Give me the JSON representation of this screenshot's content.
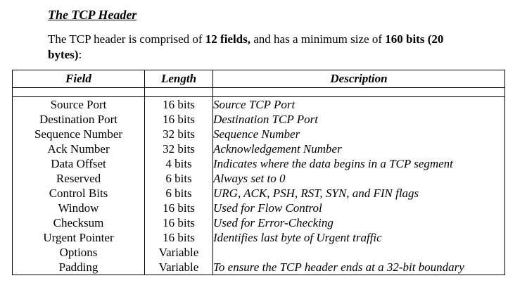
{
  "heading": "The TCP Header",
  "intro": {
    "part1": "The TCP header is comprised of ",
    "bold1": "12 fields,",
    "part2": " and has a minimum size of ",
    "bold2": "160 bits (20 bytes)",
    "part3": ":"
  },
  "table": {
    "headers": {
      "field": "Field",
      "length": "Length",
      "description": "Description"
    },
    "rows": [
      {
        "field": "Source Port",
        "length": "16 bits",
        "description": "Source TCP Port"
      },
      {
        "field": "Destination Port",
        "length": "16 bits",
        "description": "Destination TCP Port"
      },
      {
        "field": "Sequence Number",
        "length": "32 bits",
        "description": "Sequence Number"
      },
      {
        "field": "Ack Number",
        "length": "32 bits",
        "description": "Acknowledgement Number"
      },
      {
        "field": "Data Offset",
        "length": "4 bits",
        "description": "Indicates where the data begins in a TCP segment"
      },
      {
        "field": "Reserved",
        "length": "6 bits",
        "description": "Always set to 0"
      },
      {
        "field": "Control Bits",
        "length": "6 bits",
        "description": "URG, ACK, PSH, RST, SYN, and FIN flags"
      },
      {
        "field": "Window",
        "length": "16 bits",
        "description": "Used for Flow Control"
      },
      {
        "field": "Checksum",
        "length": "16 bits",
        "description": "Used for Error-Checking"
      },
      {
        "field": "Urgent Pointer",
        "length": "16 bits",
        "description": "Identifies last byte of Urgent traffic"
      },
      {
        "field": "Options",
        "length": "Variable",
        "description": ""
      },
      {
        "field": "Padding",
        "length": "Variable",
        "description": "To ensure the TCP header ends at a 32-bit boundary"
      }
    ]
  }
}
